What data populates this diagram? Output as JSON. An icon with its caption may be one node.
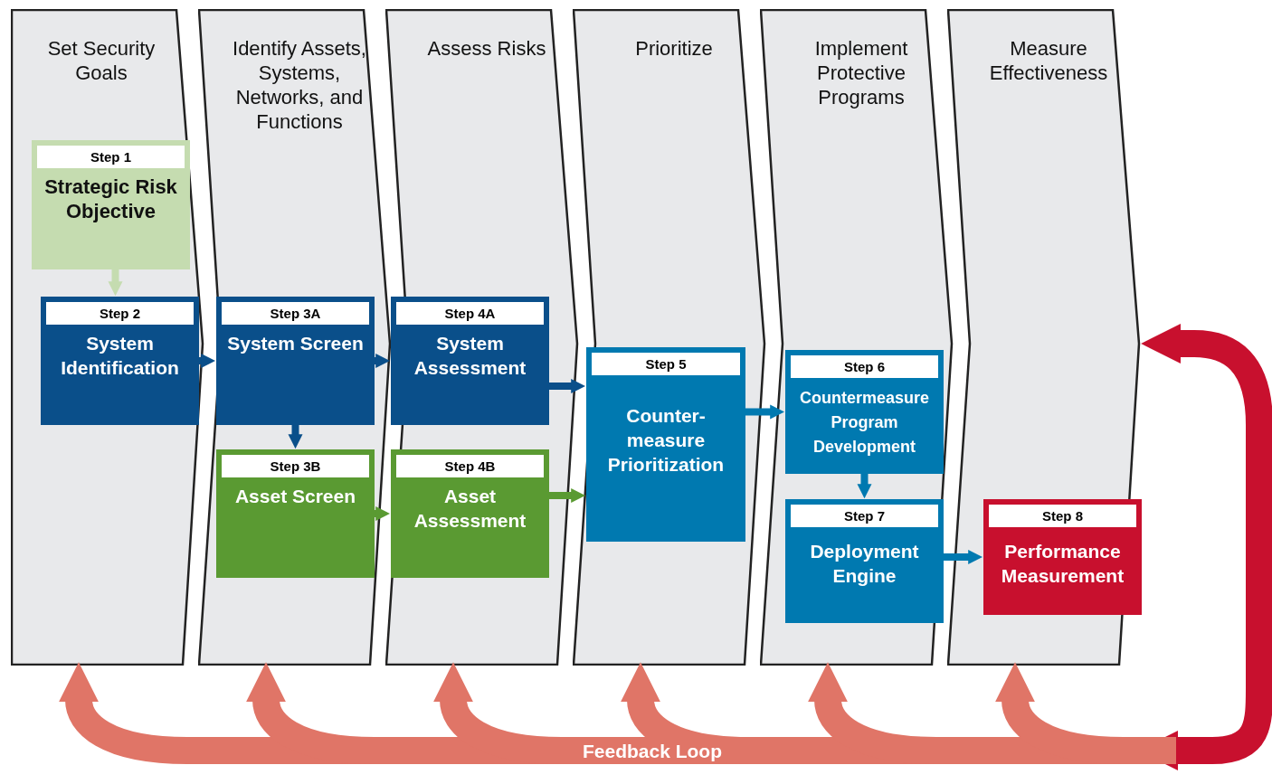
{
  "diagram": {
    "nodes": [
      {
        "text": [
          "Set Security Goals"
        ]
      },
      {
        "text": [
          "Identify Assets, Systems, Networks, and Functions"
        ]
      },
      {
        "text": [
          "Assess Risks"
        ]
      },
      {
        "text": [
          "Prioritize"
        ]
      },
      {
        "text": [
          "Implement Protective Programs"
        ]
      },
      {
        "text": [
          "Measure Effectiveness"
        ]
      },
      {
        "text": [
          "Step 1",
          "Strategic Risk Objective"
        ],
        "in": 0
      },
      {
        "text": [
          "Step 2",
          "System Identification"
        ],
        "in": 0
      },
      {
        "text": [
          "Step 3A",
          "System Screen"
        ],
        "in": 1
      },
      {
        "text": [
          "Step 3B",
          "Asset Screen"
        ],
        "in": 1
      },
      {
        "text": [
          "Step 4A",
          "System Assessment"
        ],
        "in": 2
      },
      {
        "text": [
          "Step 4B",
          "Asset Assessment"
        ],
        "in": 2
      },
      {
        "text": [
          "Step 5",
          "Counter- measure Prioritization"
        ],
        "in": 3
      },
      {
        "text": [
          "Step 6",
          "Countermeasure Program Development"
        ],
        "in": 4
      },
      {
        "text": [
          "Step 7",
          "Deployment Engine"
        ],
        "in": 4
      },
      {
        "text": [
          "Step 8",
          "Performance Measurement"
        ],
        "in": 5
      }
    ],
    "edges": [
      {
        "from": 6,
        "to": 7,
        "arrow": "to",
        "color": "#c5dcb0"
      },
      {
        "from": 7,
        "to": 8,
        "arrow": "to",
        "color": "#0a4f8a"
      },
      {
        "from": 8,
        "to": 9,
        "arrow": "to",
        "color": "#0a4f8a"
      },
      {
        "from": 8,
        "to": 10,
        "arrow": "to",
        "color": "#0a4f8a"
      },
      {
        "from": 9,
        "to": 11,
        "arrow": "to",
        "color": "#5a9a32"
      },
      {
        "from": 10,
        "to": 12,
        "arrow": "to",
        "color": "#0a4f8a"
      },
      {
        "from": 11,
        "to": 12,
        "arrow": "to",
        "color": "#5a9a32"
      },
      {
        "from": 12,
        "to": 13,
        "arrow": "to",
        "color": "#0079b0"
      },
      {
        "from": 13,
        "to": 14,
        "arrow": "to",
        "color": "#0079b0"
      },
      {
        "from": 14,
        "to": 15,
        "arrow": "to",
        "color": "#0079b0"
      },
      {
        "from": null,
        "to": 5,
        "arrow": "both",
        "style": "thick",
        "color": "#c8102e"
      },
      {
        "from": null,
        "to": 0,
        "arrow": "to",
        "style": "thick",
        "color": "#e07567",
        "label": "Feedback Loop"
      },
      {
        "from": null,
        "to": 1,
        "arrow": "to",
        "style": "thick",
        "color": "#e07567"
      },
      {
        "from": null,
        "to": 2,
        "arrow": "to",
        "style": "thick",
        "color": "#e07567"
      },
      {
        "from": null,
        "to": 3,
        "arrow": "to",
        "style": "thick",
        "color": "#e07567"
      },
      {
        "from": null,
        "to": 4,
        "arrow": "to",
        "style": "thick",
        "color": "#e07567"
      },
      {
        "from": null,
        "to": 5,
        "arrow": "to",
        "style": "thick",
        "color": "#e07567"
      }
    ]
  }
}
